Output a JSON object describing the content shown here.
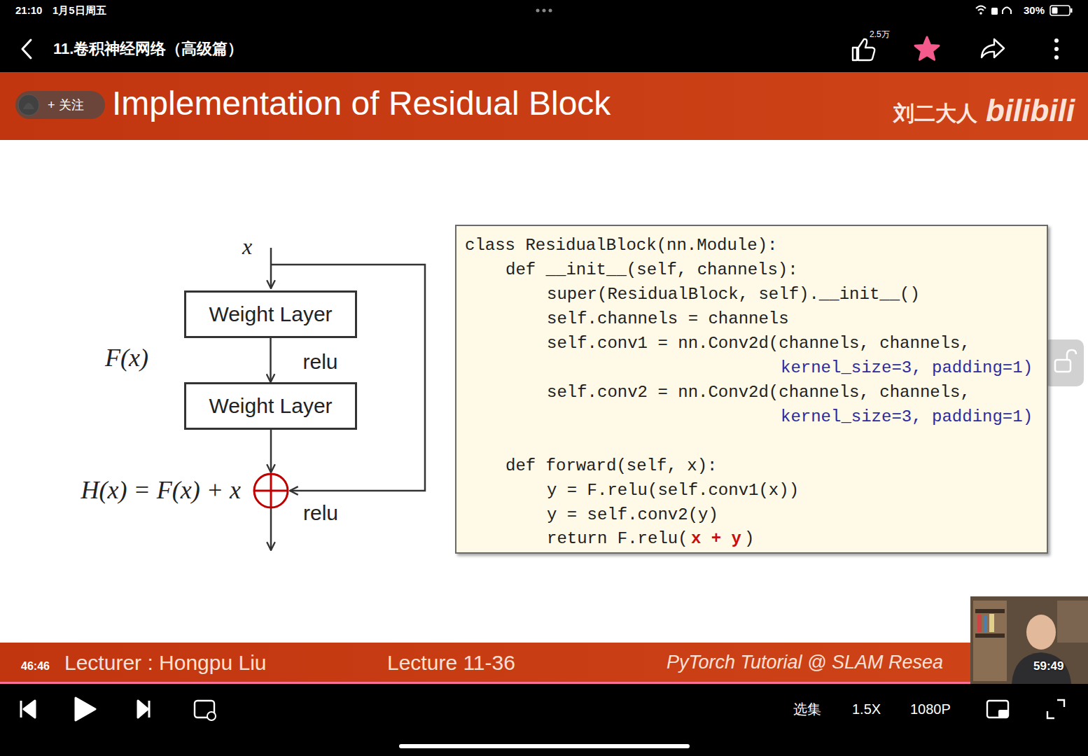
{
  "diagram": {
    "title": "Implementation of Residual Block",
    "nodes": [
      {
        "text": [
          "+ 关注"
        ]
      },
      {
        "text": [
          "Weight Layer"
        ]
      },
      {
        "text": [
          "Weight Layer"
        ]
      },
      {
        "text": [
          "class ResidualBlock(nn.Module):",
          "def __init__(self, channels):",
          "super(ResidualBlock, self).__init__()",
          "self.channels = channels",
          "self.conv1 = nn.Conv2d(channels, channels,",
          "kernel_size=3, padding=1)",
          "self.conv2 = nn.Conv2d(channels, channels,",
          "kernel_size=3, padding=1)",
          "def forward(self, x):",
          "y = F.relu(self.conv1(x))",
          "y = self.conv2(y)",
          "return F.relu(",
          "x + y",
          ")"
        ]
      }
    ],
    "edges": [
      {
        "from": 1,
        "to": 2,
        "arrow": "to",
        "label": "relu"
      }
    ],
    "labels": [
      "21:10",
      "1月5日周五",
      "30%",
      "11.卷积神经网络（高级篇）",
      "2.5万",
      "刘二大人",
      "bilibili",
      "x",
      "F(x)",
      "relu",
      "H(x) = F(x) + x",
      "Lecturer : Hongpu Liu",
      "Lecture 11-36",
      "PyTorch Tutorial @ SLAM Resea",
      "46:46",
      "59:49",
      "选集",
      "1.5X",
      "1080P"
    ]
  }
}
